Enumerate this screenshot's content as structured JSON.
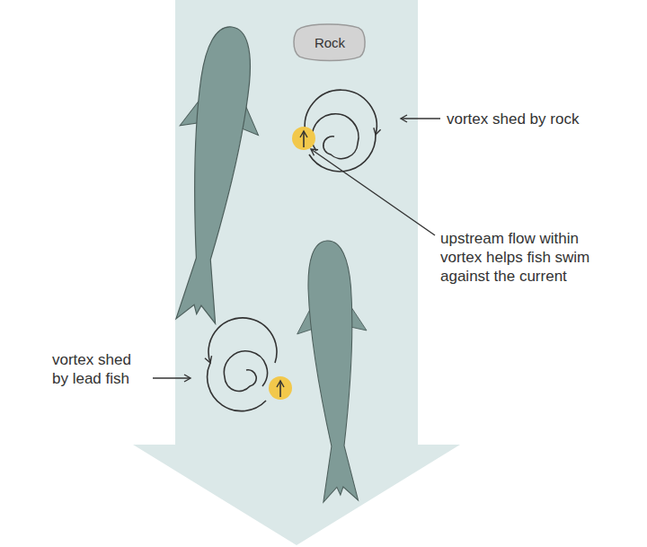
{
  "diagram": {
    "nodes": [
      {
        "text": [
          "Rock"
        ]
      }
    ],
    "labels": [
      "vortex shed by rock",
      "upstream flow within vortex helps fish swim against the current",
      "vortex shed by lead fish"
    ]
  }
}
